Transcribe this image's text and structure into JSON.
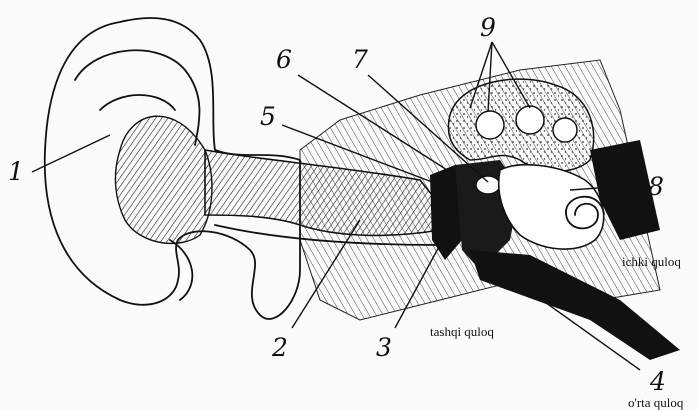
{
  "labels": {
    "n1": "1",
    "n2": "2",
    "n3": "3",
    "n4": "4",
    "n5": "5",
    "n6": "6",
    "n7": "7",
    "n8": "8",
    "n9": "9"
  },
  "captions": {
    "outer_ear": "tashqi quloq",
    "inner_ear": "ichki quloq",
    "middle_ear": "o'rta quloq"
  }
}
